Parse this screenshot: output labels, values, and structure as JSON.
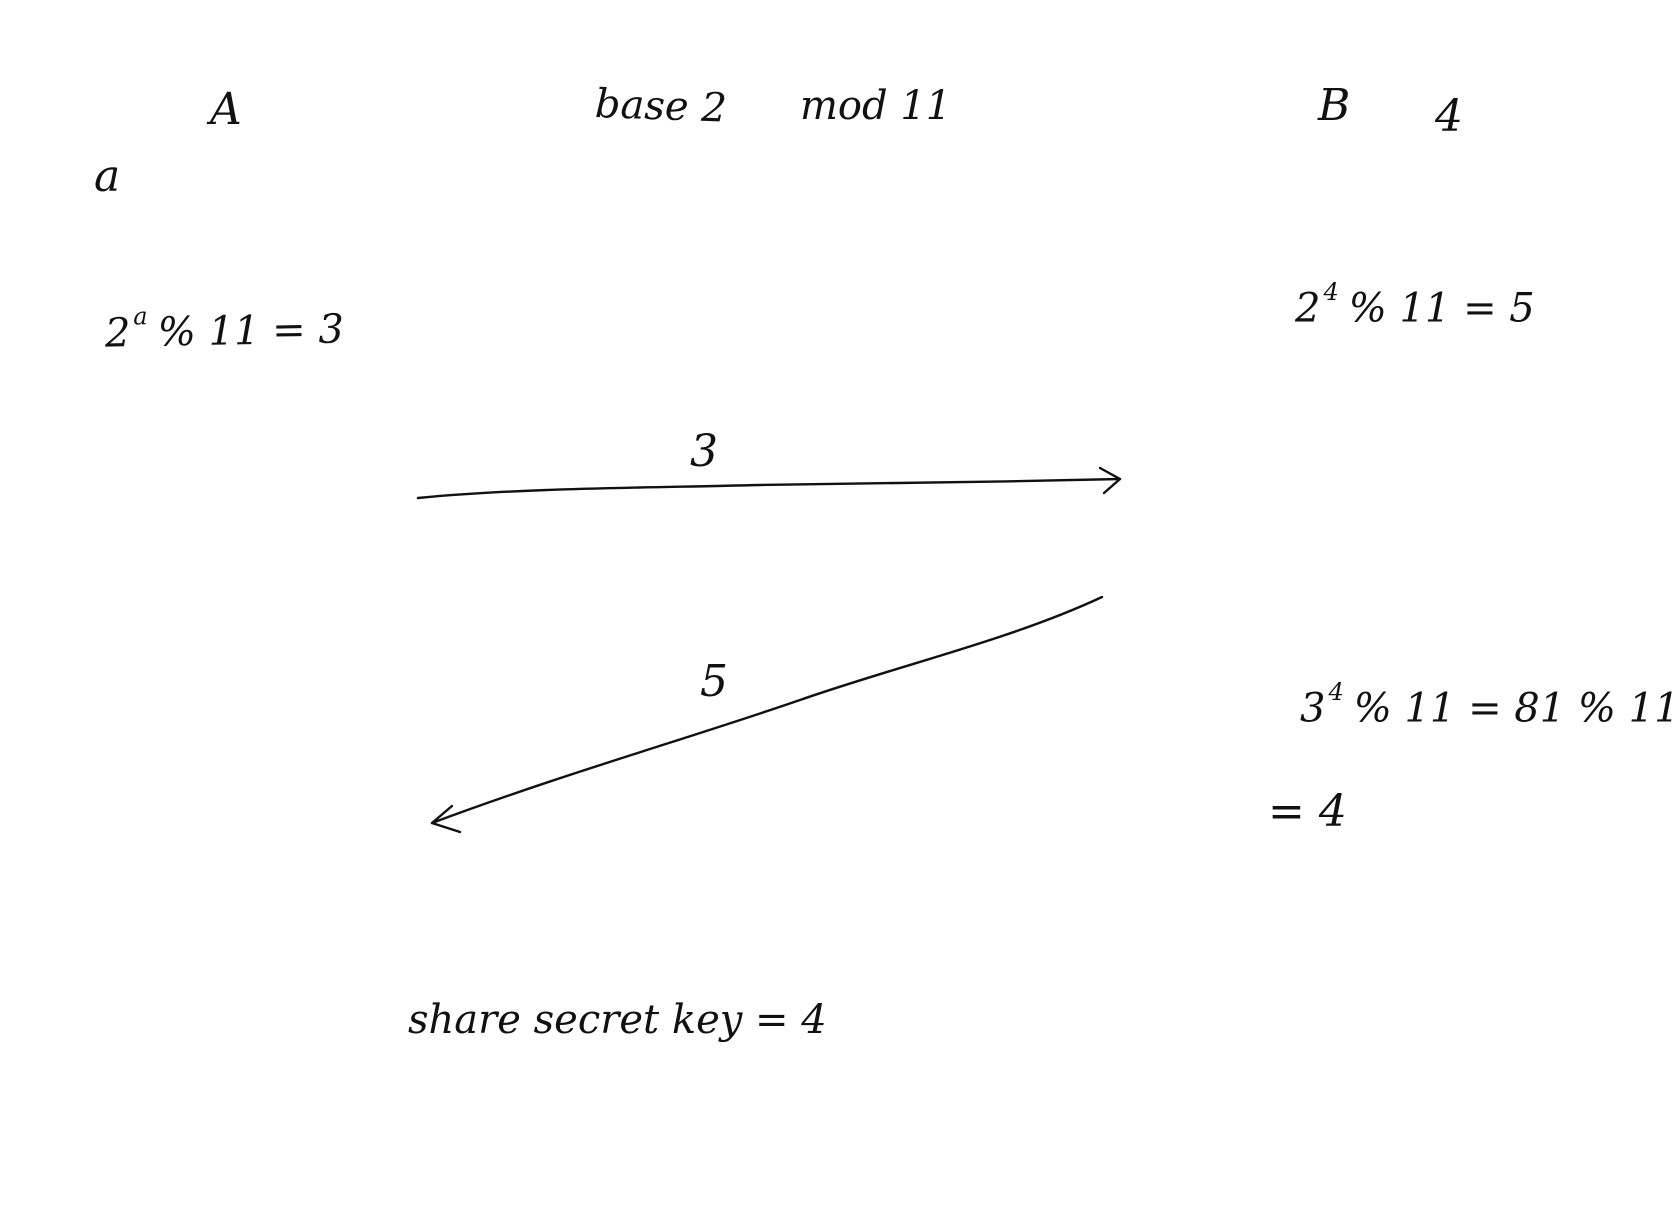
{
  "participants": {
    "a_label": "A",
    "a_secret": "a",
    "b_label": "B",
    "b_secret": "4"
  },
  "params": {
    "base": "base 2",
    "modulus": "mod 11"
  },
  "computations": {
    "a_public_base": "2",
    "a_public_exp": "a",
    "a_public_rest": "% 11 = 3",
    "b_public_base": "2",
    "b_public_exp": "4",
    "b_public_rest": "% 11 = 5",
    "b_shared_base": "3",
    "b_shared_exp": "4",
    "b_shared_rest": "% 11 = 81 % 11",
    "b_shared_result": "= 4"
  },
  "messages": {
    "a_to_b": "3",
    "b_to_a": "5"
  },
  "result": {
    "shared_key": "share secret key = 4"
  }
}
